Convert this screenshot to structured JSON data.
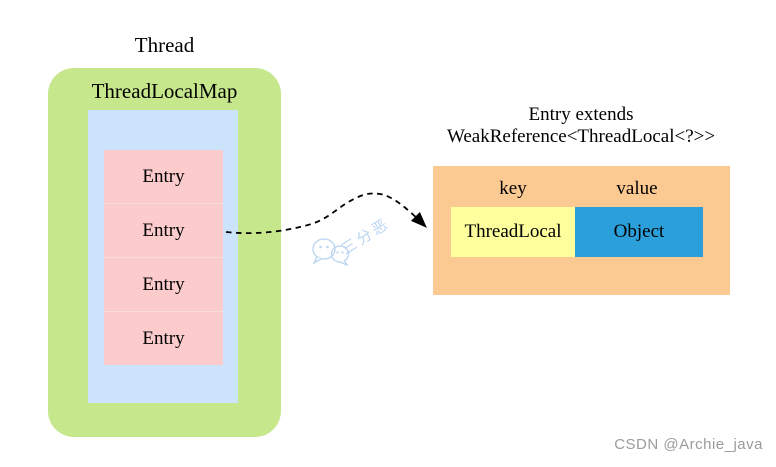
{
  "left": {
    "thread_label": "Thread",
    "map_label": "ThreadLocalMap",
    "entries": [
      "Entry",
      "Entry",
      "Entry",
      "Entry"
    ]
  },
  "right": {
    "title_line1": "Entry extends",
    "title_line2": "WeakReference<ThreadLocal<?>>",
    "key_label": "key",
    "value_label": "value",
    "key_box_label": "ThreadLocal",
    "value_box_label": "Object"
  },
  "watermarks": {
    "sanfen_text": "三分恶",
    "csdn_text": "CSDN @Archie_java"
  },
  "colors": {
    "thread_container": "#c6e78c",
    "map_container": "#cbe4fb",
    "entry_table": "#fccbcb",
    "entry_detail": "#fbc992",
    "key_box": "#feff9c",
    "value_box": "#2b9fd9",
    "arrow": "#000000",
    "watermark_blue": "#aecdef",
    "csdn_gray": "#9b9b9b"
  }
}
